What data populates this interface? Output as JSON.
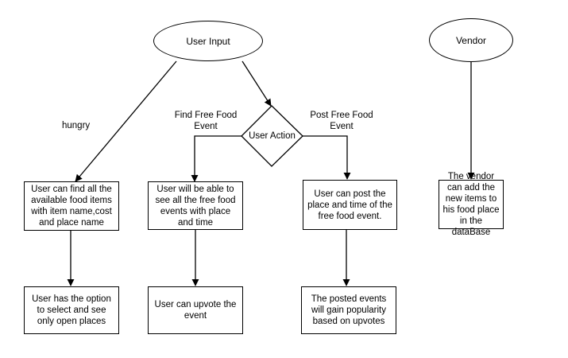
{
  "nodes": {
    "user_input": "User Input",
    "vendor": "Vendor",
    "user_action": "User Action",
    "find_items": "User can find all the available food items with item name,cost and place name",
    "see_free_events": "User will be able to see all the free food events with place and time",
    "post_event": "User can post the place and time of the free food event.",
    "vendor_add": "The vendor can add the new items to his food place in the dataBase",
    "open_places": "User has the option to select and  see only open places",
    "upvote": "User can upvote the event",
    "popularity": "The posted events will gain popularity based on upvotes"
  },
  "edge_labels": {
    "hungry": "hungry",
    "find_free_food_event": "Find Free Food Event",
    "post_free_food_event": "Post Free Food Event"
  }
}
